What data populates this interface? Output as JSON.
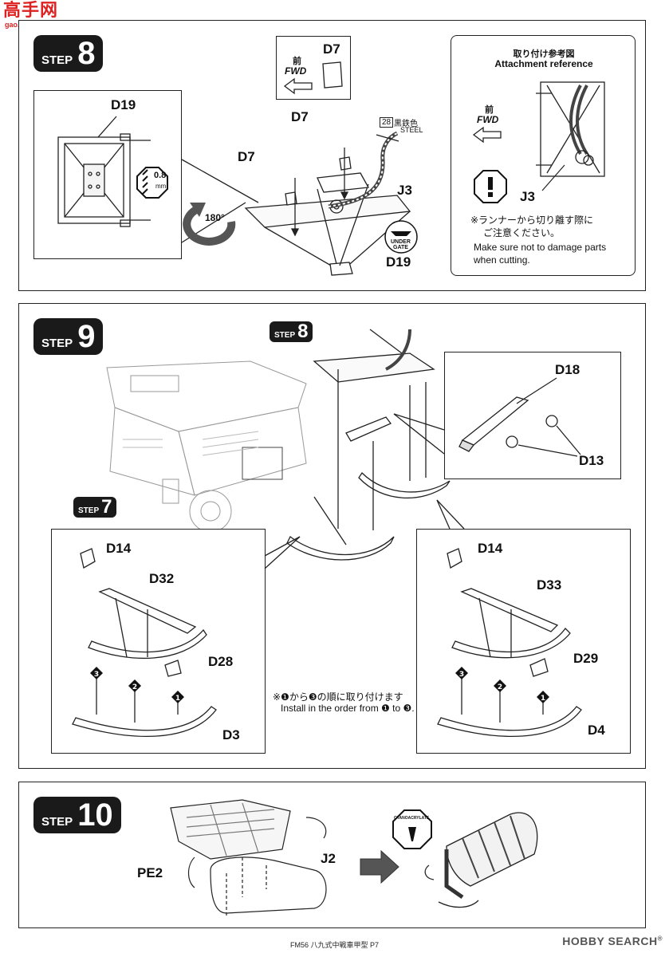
{
  "watermark_top": {
    "brand": "高手网",
    "url": "gao.shou.com"
  },
  "step8": {
    "step_word": "STEP",
    "step_num": "8",
    "fwd_jp": "前",
    "fwd_en": "FWD",
    "parts": {
      "d7_top": "D7",
      "d7_a": "D7",
      "d7_b": "D7",
      "d19_inset": "D19",
      "d19": "D19",
      "j3": "J3"
    },
    "color_code": "28",
    "color_jp": "黒鉄色",
    "color_en": "STEEL",
    "thickness_value": "0.8",
    "thickness_unit": "mm",
    "rotate": "180°",
    "under_gate_1": "UNDER",
    "under_gate_2": "GATE",
    "attach_title_jp": "取り付け参考図",
    "attach_title_en": "Attachment reference",
    "attach_fwd_jp": "前",
    "attach_fwd_en": "FWD",
    "attach_j3": "J3",
    "warn_jp_1": "※ランナーから切り離す際に",
    "warn_jp_2": "ご注意ください。",
    "warn_en_1": "Make sure not to damage parts",
    "warn_en_2": "when cutting."
  },
  "step9": {
    "step_word": "STEP",
    "step_num": "9",
    "ref8_word": "STEP",
    "ref8_num": "8",
    "ref7_word": "STEP",
    "ref7_num": "7",
    "d18": "D18",
    "d13": "D13",
    "left": {
      "d14": "D14",
      "d32": "D32",
      "d28": "D28",
      "d3": "D3"
    },
    "right": {
      "d14": "D14",
      "d33": "D33",
      "d29": "D29",
      "d4": "D4"
    },
    "order_jp": "※❶から❸の順に取り付けます",
    "order_en": "Install in the order from ❶ to ❸."
  },
  "step10": {
    "step_word": "STEP",
    "step_num": "10",
    "pe2": "PE2",
    "j2": "J2",
    "glue": "CYANOACRYLATE"
  },
  "footer": "FM56 八九式中戦車甲型 P7",
  "watermark_bottom": {
    "brand": "HOBBY SEARCH",
    "reg": "®"
  }
}
